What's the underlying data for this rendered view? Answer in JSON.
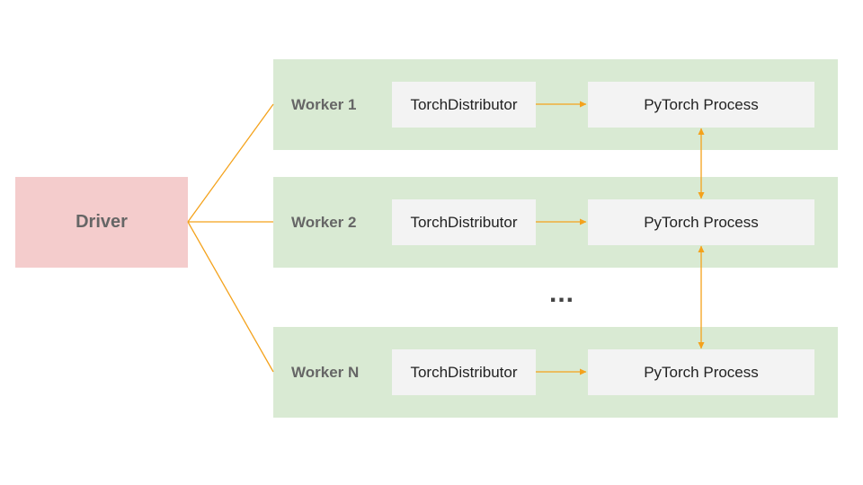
{
  "driver": {
    "label": "Driver"
  },
  "workers": [
    {
      "label": "Worker 1",
      "distributor": "TorchDistributor",
      "process": "PyTorch Process"
    },
    {
      "label": "Worker 2",
      "distributor": "TorchDistributor",
      "process": "PyTorch Process"
    },
    {
      "label": "Worker N",
      "distributor": "TorchDistributor",
      "process": "PyTorch Process"
    }
  ],
  "ellipsis": "...",
  "colors": {
    "driver_fill": "#f4cccc",
    "worker_fill": "#d9ead3",
    "inner_box_fill": "#f3f3f3",
    "connector": "#f4a21b"
  }
}
